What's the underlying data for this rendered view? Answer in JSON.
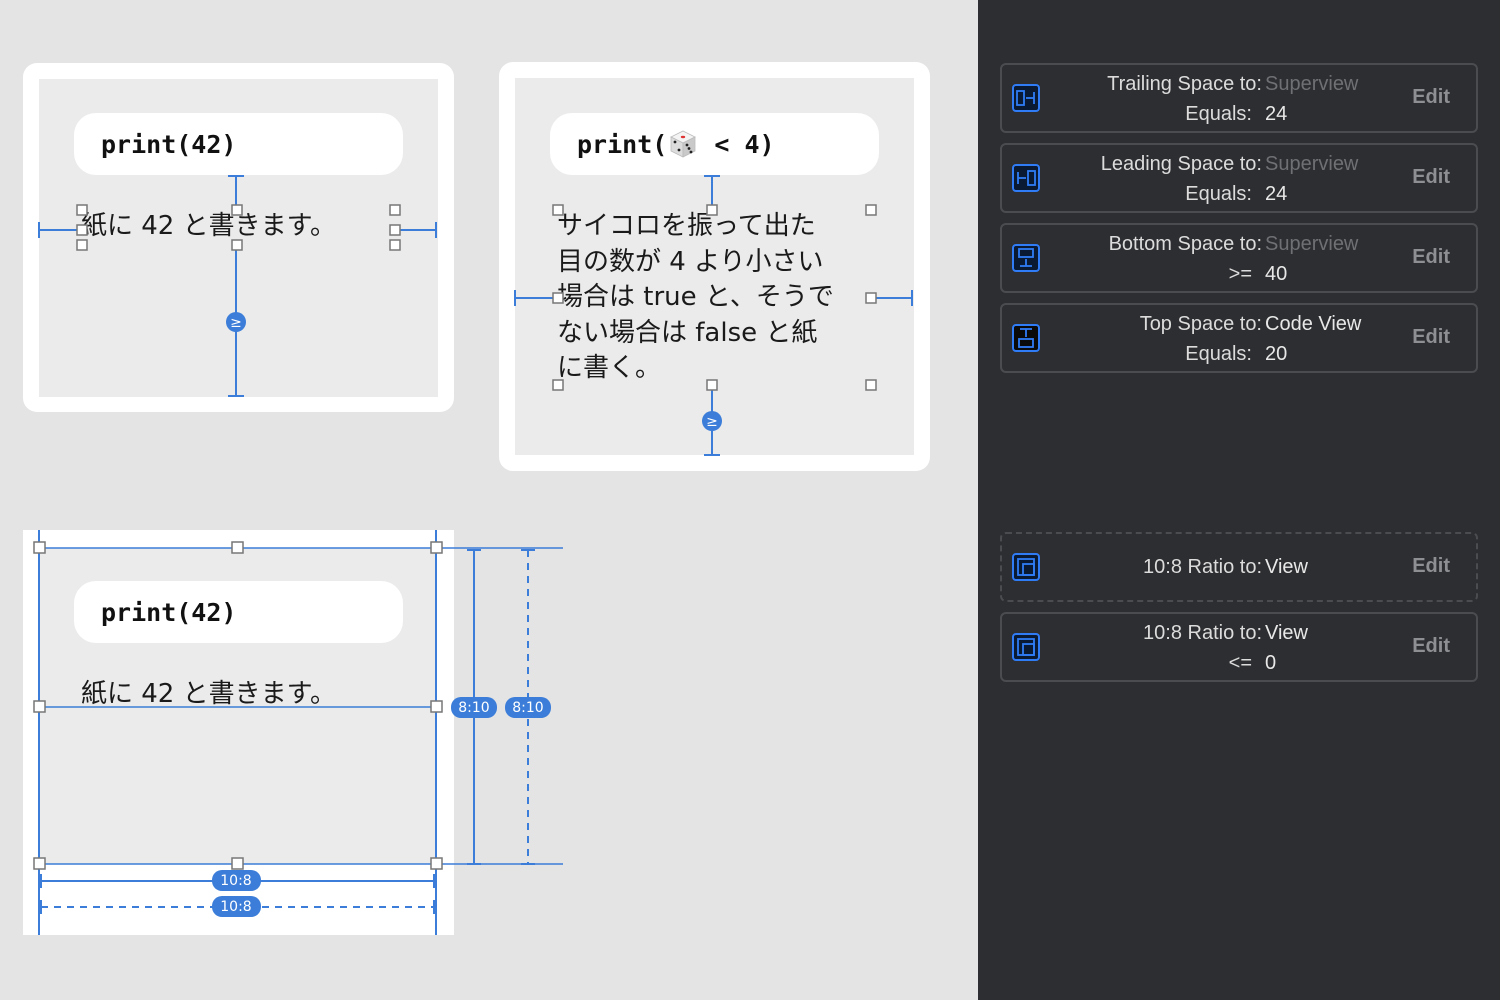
{
  "canvas": {
    "card1": {
      "code": "print(42)",
      "text": "紙に 42 と書きます。"
    },
    "card2": {
      "code_prefix": "print(",
      "code_icon": "dice-icon",
      "code_suffix": " < 4)",
      "text_lines": [
        "サイコロを振って出た",
        "目の数が 4 より小さい",
        "場合は true と、そうで",
        "ない場合は false と紙",
        "に書く。"
      ]
    },
    "card3": {
      "code": "print(42)",
      "text": "紙に 42 と書きます。",
      "badges": {
        "height_solid": "8:10",
        "height_dashed": "8:10",
        "width_solid": "10:8",
        "width_dashed": "10:8"
      }
    },
    "constraint_color": "#3b7dd8"
  },
  "inspector": {
    "constraints": [
      {
        "icon": "trailing-space-icon",
        "label": "Trailing Space to:",
        "target": "Superview",
        "target_dim": true,
        "relation": "Equals:",
        "value": "24",
        "action": "Edit"
      },
      {
        "icon": "leading-space-icon",
        "label": "Leading Space to:",
        "target": "Superview",
        "target_dim": true,
        "relation": "Equals:",
        "value": "24",
        "action": "Edit"
      },
      {
        "icon": "bottom-space-icon",
        "label": "Bottom Space to:",
        "target": "Superview",
        "target_dim": true,
        "relation": ">=",
        "value": "40",
        "action": "Edit"
      },
      {
        "icon": "top-space-icon",
        "label": "Top Space to:",
        "target": "Code View",
        "target_dim": false,
        "relation": "Equals:",
        "value": "20",
        "action": "Edit"
      }
    ],
    "ratio_constraints": [
      {
        "icon": "aspect-ratio-icon",
        "label": "10:8 Ratio to:",
        "target": "View",
        "action": "Edit",
        "style": "dashed"
      },
      {
        "icon": "aspect-ratio-icon",
        "label": "10:8 Ratio to:",
        "target": "View",
        "relation": "<=",
        "value": "0",
        "action": "Edit",
        "style": "solid"
      }
    ],
    "accent_color": "#2f7cf6"
  }
}
